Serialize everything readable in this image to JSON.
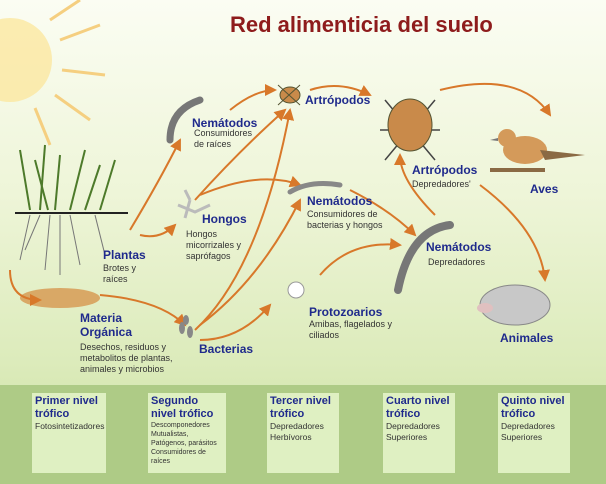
{
  "title": "Red alimenticia del suelo",
  "nodes": {
    "plantas": {
      "label": "Plantas",
      "desc": "Brotes y raíces"
    },
    "materia": {
      "label": "Materia Orgánica",
      "desc": "Desechos, residuos y metabolitos de plantas, animales y microbios"
    },
    "bacterias": {
      "label": "Bacterias"
    },
    "hongos": {
      "label": "Hongos",
      "desc": "Hongos micorrizales y saprófagos"
    },
    "nematodos_raices": {
      "label": "Nemátodos",
      "desc": "Consumidores de raíces"
    },
    "artropodos1": {
      "label": "Artrópodos"
    },
    "nematodos_bact": {
      "label": "Nemátodos",
      "desc": "Consumidores de bacterias y hongos"
    },
    "protozoarios": {
      "label": "Protozoarios",
      "desc": "Amibas, flagelados y ciliados"
    },
    "nematodos_dep": {
      "label": "Nemátodos",
      "desc": "Depredadores"
    },
    "artropodos2": {
      "label": "Artrópodos",
      "desc": "Depredadores'"
    },
    "aves": {
      "label": "Aves"
    },
    "animales": {
      "label": "Animales"
    }
  },
  "levels": [
    {
      "title": "Primer nivel trófico",
      "desc": [
        "Fotosintetizadores"
      ]
    },
    {
      "title": "Segundo nivel trófico",
      "desc": [
        "Descomponedores",
        "Mutualistas,",
        "Patógenos, parásitos",
        "Consumidores de raíces"
      ]
    },
    {
      "title": "Tercer nivel trófico",
      "desc": [
        "Depredadores",
        "Herbívoros"
      ]
    },
    {
      "title": "Cuarto nivel trófico",
      "desc": [
        "Depredadores",
        "Superiores"
      ]
    },
    {
      "title": "Quinto nivel trófico",
      "desc": [
        "Depredadores",
        "Superiores"
      ]
    }
  ]
}
